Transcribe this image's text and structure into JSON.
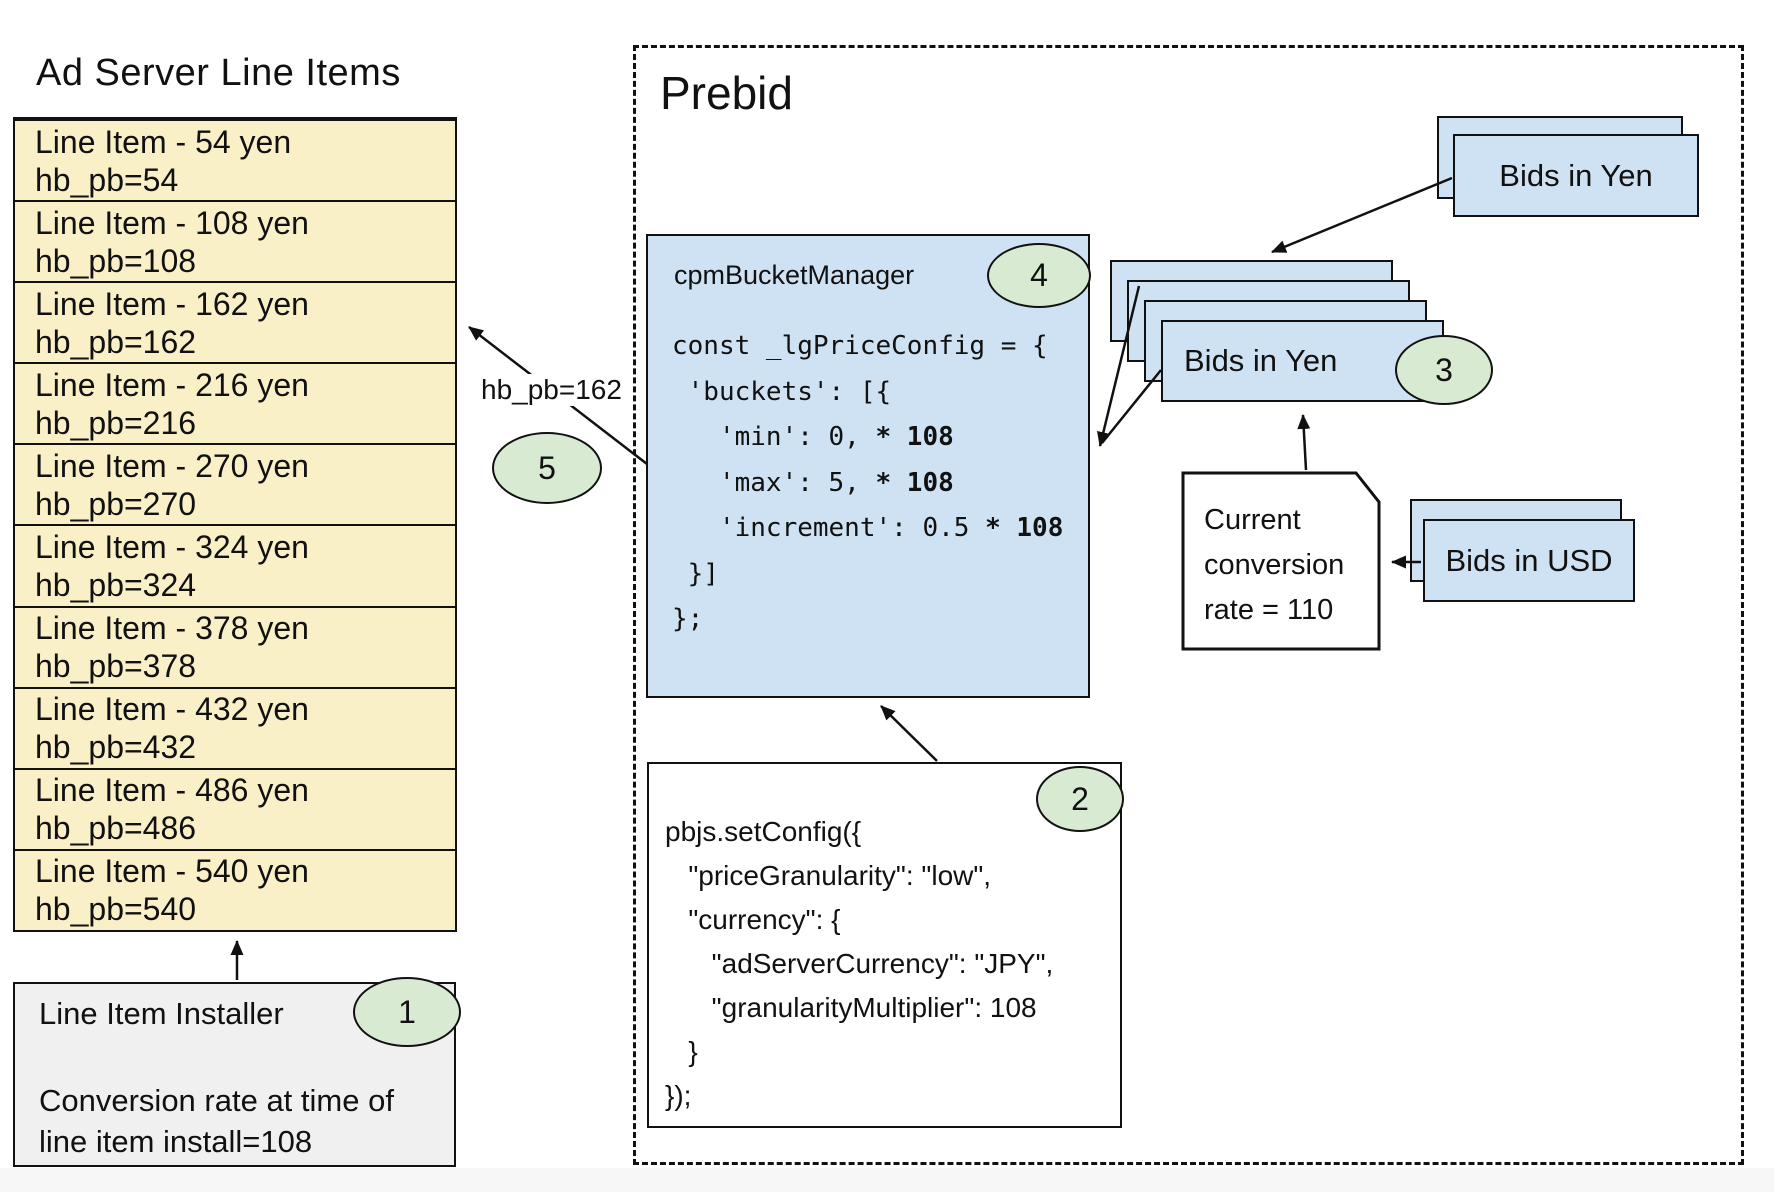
{
  "title": "Ad Server Line Items",
  "prebid": {
    "title": "Prebid"
  },
  "line_items": [
    {
      "title": "Line Item - 54 yen",
      "sub": "hb_pb=54"
    },
    {
      "title": "Line Item - 108 yen",
      "sub": "hb_pb=108"
    },
    {
      "title": "Line Item - 162 yen",
      "sub": "hb_pb=162"
    },
    {
      "title": "Line Item - 216 yen",
      "sub": "hb_pb=216"
    },
    {
      "title": "Line Item - 270 yen",
      "sub": "hb_pb=270"
    },
    {
      "title": "Line Item - 324 yen",
      "sub": "hb_pb=324"
    },
    {
      "title": "Line Item - 378 yen",
      "sub": "hb_pb=378"
    },
    {
      "title": "Line Item - 432 yen",
      "sub": "hb_pb=432"
    },
    {
      "title": "Line Item - 486 yen",
      "sub": "hb_pb=486"
    },
    {
      "title": "Line Item - 540 yen",
      "sub": "hb_pb=540"
    }
  ],
  "installer": {
    "title": "Line Item Installer",
    "body": "Conversion rate at time of\nline item install=108",
    "badge": "1"
  },
  "cpm_bucket_manager": {
    "label": "cpmBucketManager",
    "badge": "4",
    "code": [
      {
        "pre": "const _lgPriceConfig = {",
        "bold": ""
      },
      {
        "pre": " 'buckets': [{",
        "bold": ""
      },
      {
        "pre": "   'min': 0, ",
        "bold": "* 108"
      },
      {
        "pre": "   'max': 5, ",
        "bold": "* 108"
      },
      {
        "pre": "   'increment': 0.5 ",
        "bold": "* 108"
      },
      {
        "pre": " }]",
        "bold": ""
      },
      {
        "pre": "};",
        "bold": ""
      }
    ]
  },
  "pbjs_config": {
    "badge": "2",
    "code": [
      {
        "t": "pbjs.setConfig({"
      },
      {
        "t": "   \"priceGranularity\": \"low\","
      },
      {
        "t": "   \"currency\": {"
      },
      {
        "t": "      \"adServerCurrency\": \"JPY\","
      },
      {
        "t": "      \"granularityMultiplier\": 108"
      },
      {
        "t": "   }"
      },
      {
        "t": "});"
      }
    ]
  },
  "bids_yen_top": {
    "label": "Bids in Yen"
  },
  "bids_yen_stack": {
    "label": "Bids in Yen",
    "badge": "3"
  },
  "bids_usd": {
    "label": "Bids in USD"
  },
  "conversion_note": {
    "text": "Current\nconversion\nrate = 110"
  },
  "hb_pb_arrow": {
    "label": "hb_pb=162",
    "badge": "5"
  },
  "colors": {
    "cream": "#faf0c8",
    "light_blue": "#cfe2f3",
    "light_green": "#d9ead3",
    "light_gray": "#f0f0f0",
    "border": "#111111"
  }
}
